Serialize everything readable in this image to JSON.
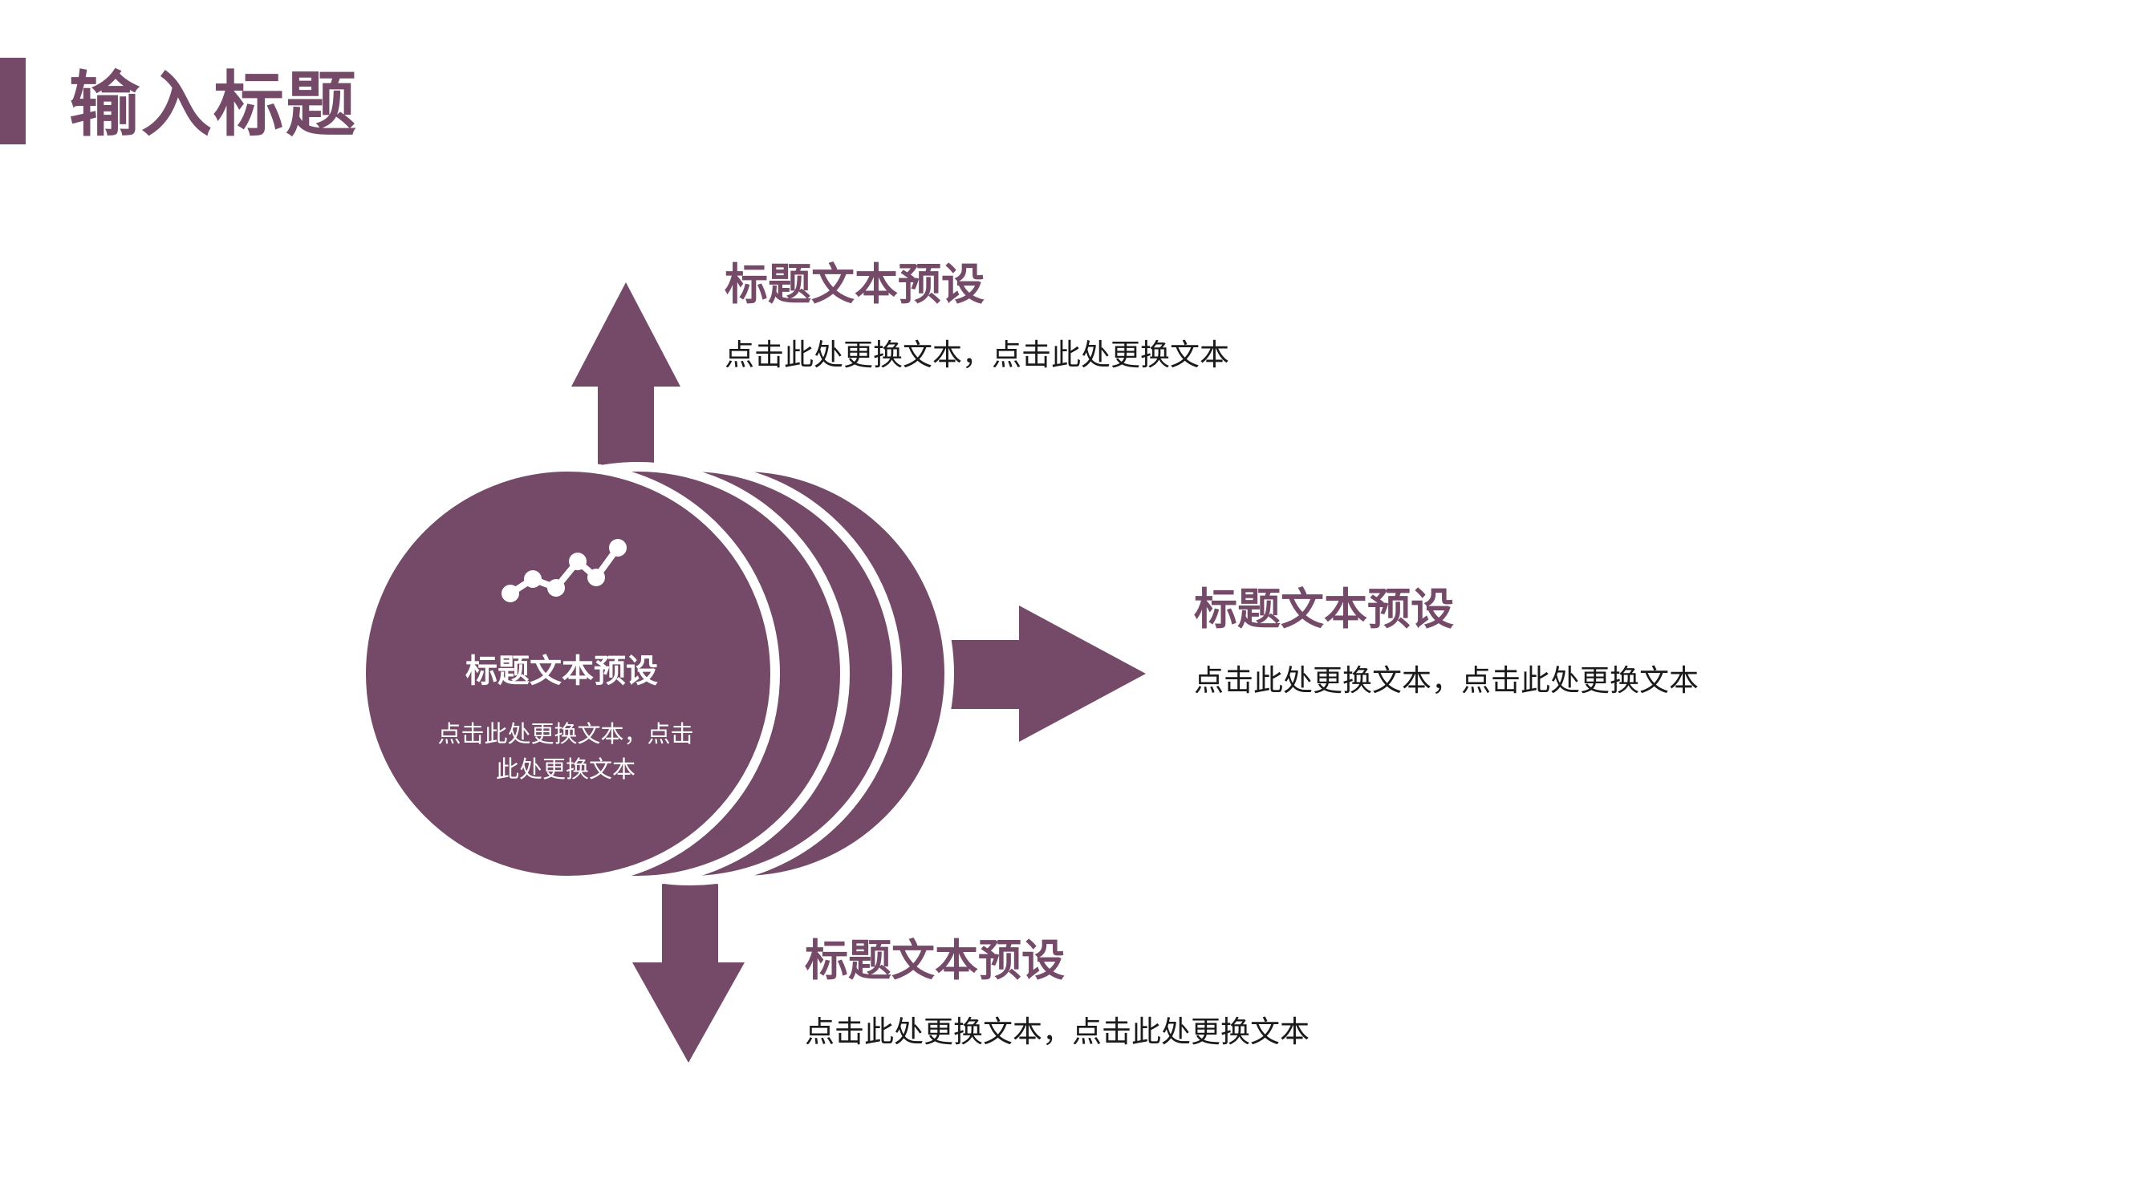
{
  "page": {
    "title": "输入标题"
  },
  "colors": {
    "accent": "#744a68",
    "background": "#ffffff",
    "body_text": "#1a1a1a"
  },
  "center": {
    "icon": "line-chart-icon",
    "title": "标题文本预设",
    "description": "点击此处更换文本，点击此处更换文本"
  },
  "items": [
    {
      "direction": "up",
      "title": "标题文本预设",
      "description": "点击此处更换文本，点击此处更换文本"
    },
    {
      "direction": "right",
      "title": "标题文本预设",
      "description": "点击此处更换文本，点击此处更换文本"
    },
    {
      "direction": "down",
      "title": "标题文本预设",
      "description": "点击此处更换文本，点击此处更换文本"
    }
  ]
}
